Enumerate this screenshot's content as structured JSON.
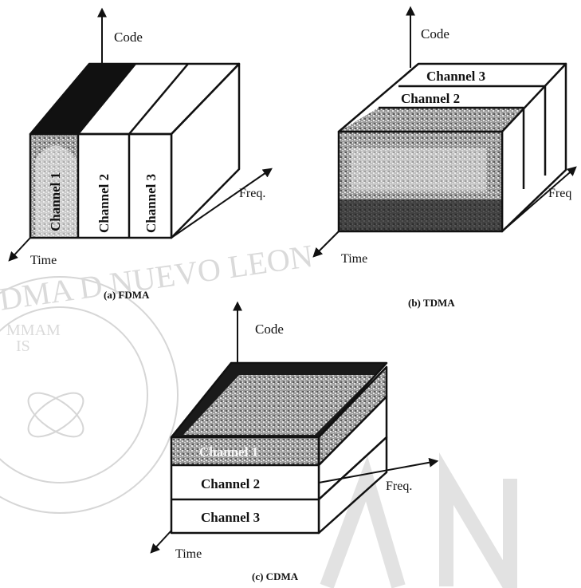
{
  "fdma": {
    "caption": "(a) FDMA",
    "axis_code": "Code",
    "axis_freq": "Freq.",
    "axis_time": "Time",
    "channels": [
      "Channel 1",
      "Channel 2",
      "Channel 3"
    ]
  },
  "tdma": {
    "caption": "(b) TDMA",
    "axis_code": "Code",
    "axis_freq": "Freq",
    "axis_time": "Time",
    "channels": [
      "Channel 3",
      "Channel 2"
    ]
  },
  "cdma": {
    "caption": "(c) CDMA",
    "axis_code": "Code",
    "axis_freq": "Freq.",
    "axis_time": "Time",
    "channels": [
      "Channel 1",
      "Channel 2",
      "Channel 3"
    ]
  },
  "watermark": {
    "arc_text": "DMA D NUEVO LEON",
    "seal_text_1": "MMAM",
    "seal_text_2": "IS"
  }
}
